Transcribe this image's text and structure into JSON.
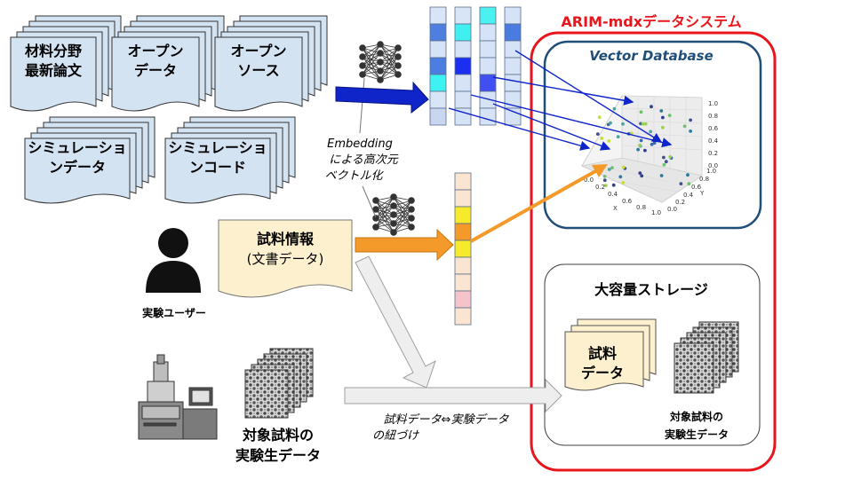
{
  "title": "ARIM-mdxデータシステム",
  "vector_db_label": "Vector Database",
  "storage_label": "大容量ストレージ",
  "source_docs": [
    {
      "line1": "材料分野",
      "line2": "最新論文"
    },
    {
      "line1": "オープン",
      "line2": "データ"
    },
    {
      "line1": "オープン",
      "line2": "ソース"
    },
    {
      "line1": "シミュレーショ",
      "line2": "ンデータ"
    },
    {
      "line1": "シミュレーショ",
      "line2": "ンコード"
    }
  ],
  "embedding_note": [
    "Embedding",
    "による高次元",
    "ベクトル化"
  ],
  "sample_info": {
    "line1": "試料情報",
    "line2": "(文書データ)"
  },
  "user_label": "実験ユーザー",
  "raw_data_label": [
    "対象試料の",
    "実験生データ"
  ],
  "link_label": [
    "試料データ⇔実験データ",
    "の紐づけ"
  ],
  "storage_doc": {
    "line1": "試料",
    "line2": "データ"
  },
  "storage_raw_label": [
    "対象試料の",
    "実験生データ"
  ],
  "plot_ticks": {
    "z": [
      "1.0",
      "0.8",
      "0.6",
      "0.4",
      "0.2",
      "0.0"
    ],
    "x": [
      "0.0",
      "0.2",
      "0.4",
      "0.6",
      "0.8",
      "1.0"
    ],
    "y": [
      "0.0",
      "0.2",
      "0.4",
      "0.6",
      "0.8",
      "1.0"
    ],
    "x_label": "X",
    "y_label": "Y"
  },
  "colors": {
    "accent_red": "#e8161c",
    "db_blue": "#1f4e79",
    "doc_blue": "#d4e3f2",
    "doc_cream": "#fdf0cf",
    "arrow_blue": "#0f24c9",
    "arrow_orange": "#f39a2a"
  },
  "vector_columns": [
    [
      "#d9e5f7",
      "#4e7fe0",
      "#d6e2f5",
      "#4c7de0",
      "#3ff2f2",
      "#d9e5f7",
      "#c9d6ef"
    ],
    [
      "#d9e5f7",
      "#40f0f0",
      "#d6e2f5",
      "#1a2ff0",
      "#d6e2f5",
      "#d6e2f5",
      "#d6e2f5"
    ],
    [
      "#4bf0f0",
      "#d6e2f5",
      "#d6e2f5",
      "#d6e2f5",
      "#3f4ff0",
      "#d6e2f5",
      "#d6e2f5"
    ],
    [
      "#d6e2f5",
      "#4a7be0",
      "#d6e2f5",
      "#d6e2f5",
      "#d6e2f5",
      "#d6e2f5",
      "#d6e2f5"
    ],
    [
      "#fbe4d0",
      "#fbe4d0",
      "#f6ea2a",
      "#f39a2a",
      "#f6ea2a",
      "#fbe4d0",
      "#fbe4d0",
      "#f5c4c8",
      "#fbe4d0"
    ]
  ]
}
